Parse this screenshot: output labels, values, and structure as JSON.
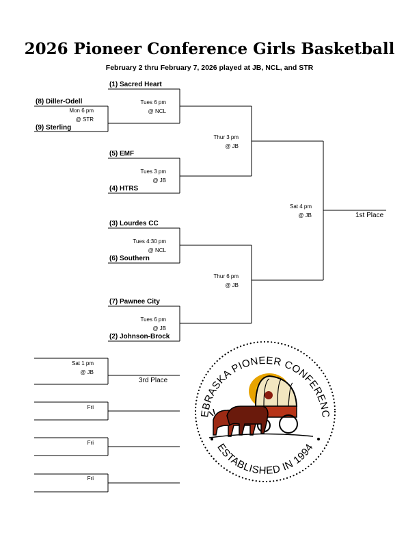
{
  "title": "2026 Pioneer Conference Girls Basketball",
  "subtitle": "February 2 thru February 7, 2026 played at JB, NCL, and STR",
  "teams": {
    "t1": "(1) Sacred Heart",
    "t8": "(8) Diller-Odell",
    "t9": "(9) Sterling",
    "t5": "(5) EMF",
    "t4": "(4) HTRS",
    "t3": "(3) Lourdes CC",
    "t6": "(6) Southern",
    "t7": "(7) Pawnee City",
    "t2": "(2) Johnson-Brock"
  },
  "games": {
    "g_mon": {
      "time": "Mon 6 pm",
      "site": "@ STR"
    },
    "g_tue1": {
      "time": "Tues 6 pm",
      "site": "@ NCL"
    },
    "g_tue2": {
      "time": "Tues 3 pm",
      "site": "@ JB"
    },
    "g_tue3": {
      "time": "Tues 4:30 pm",
      "site": "@ NCL"
    },
    "g_tue4": {
      "time": "Tues 6 pm",
      "site": "@ JB"
    },
    "g_thu1": {
      "time": "Thur 3 pm",
      "site": "@ JB"
    },
    "g_thu2": {
      "time": "Thur 6 pm",
      "site": "@ JB"
    },
    "g_sat4": {
      "time": "Sat 4 pm",
      "site": "@ JB"
    },
    "g_sat1": {
      "time": "Sat 1 pm",
      "site": "@ JB"
    },
    "g_fri1": {
      "time": "Fri"
    },
    "g_fri2": {
      "time": "Fri"
    },
    "g_fri3": {
      "time": "Fri"
    }
  },
  "first_place": "1st Place",
  "third_place": "3rd Place",
  "logo": {
    "ring_top_text": "NEBRASKA PIONEER CONFERENCE",
    "ring_bottom_text": "ESTABLISHED IN 1994"
  }
}
